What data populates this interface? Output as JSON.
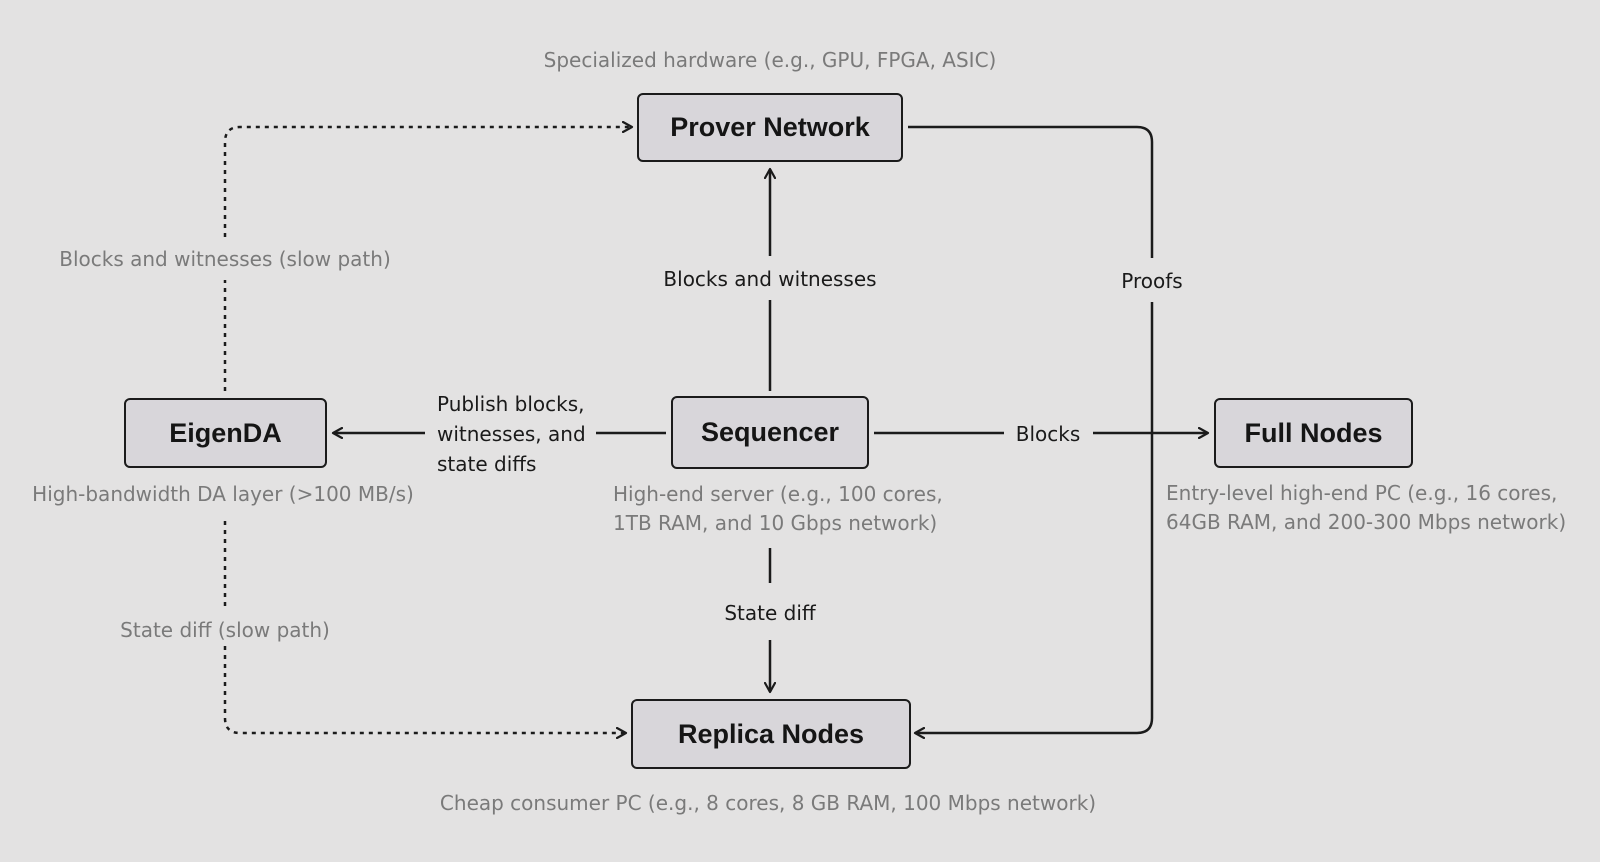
{
  "nodes": {
    "prover": {
      "label": "Prover Network",
      "note": "Specialized hardware (e.g., GPU, FPGA, ASIC)"
    },
    "sequencer": {
      "label": "Sequencer",
      "note": "High-end server (e.g., 100 cores,\n1TB RAM, and 10 Gbps network)"
    },
    "eigenda": {
      "label": "EigenDA",
      "note": "High-bandwidth DA layer (>100 MB/s)"
    },
    "full_nodes": {
      "label": "Full Nodes",
      "note": "Entry-level high-end PC (e.g., 16 cores,\n64GB RAM, and 200-300 Mbps network)"
    },
    "replica": {
      "label": "Replica Nodes",
      "note": "Cheap consumer PC (e.g., 8 cores, 8 GB RAM, 100 Mbps network)"
    }
  },
  "edges": {
    "blocks_witnesses": "Blocks and witnesses",
    "blocks_witnesses_slow": "Blocks and witnesses (slow path)",
    "publish": "Publish blocks,\nwitnesses, and\nstate diffs",
    "blocks": "Blocks",
    "proofs": "Proofs",
    "state_diff": "State diff",
    "state_diff_slow": "State diff (slow path)"
  },
  "colors": {
    "background": "#e3e2e2",
    "node_fill": "#d8d6da",
    "stroke": "#1b1b1b",
    "note_text": "#7a7a7a"
  }
}
